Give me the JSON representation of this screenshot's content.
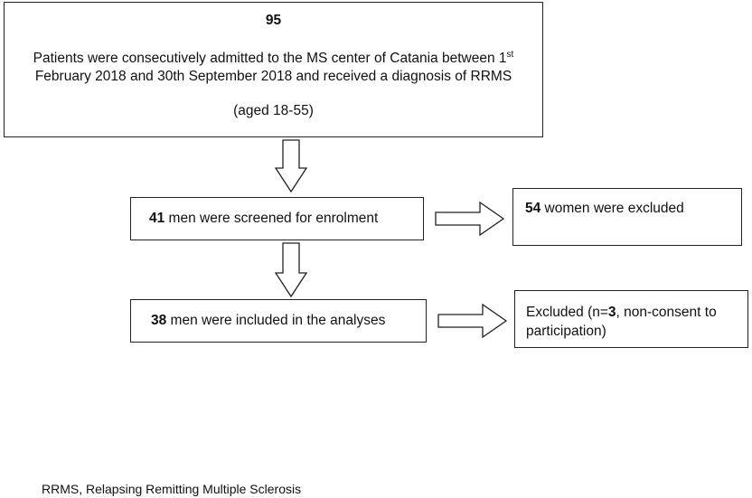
{
  "top_box": {
    "count": "95",
    "line1_pre": "Patients were consecutively admitted to the MS center of Catania between 1",
    "line1_sup": "st",
    "line2": "February 2018 and 30th September 2018 and received a diagnosis of RRMS",
    "line3": "(aged 18-55)"
  },
  "screened_box": {
    "count": "41",
    "text": " men were screened for enrolment"
  },
  "women_box": {
    "count": "54",
    "text": " women were excluded"
  },
  "included_box": {
    "count": "38",
    "text": " men were included in the analyses"
  },
  "excluded_box": {
    "line1_pre": "Excluded (n=",
    "line1_count": "3",
    "line1_post": ", non-consent to",
    "line2": "participation)"
  },
  "footnote": "RRMS, Relapsing Remitting Multiple Sclerosis"
}
